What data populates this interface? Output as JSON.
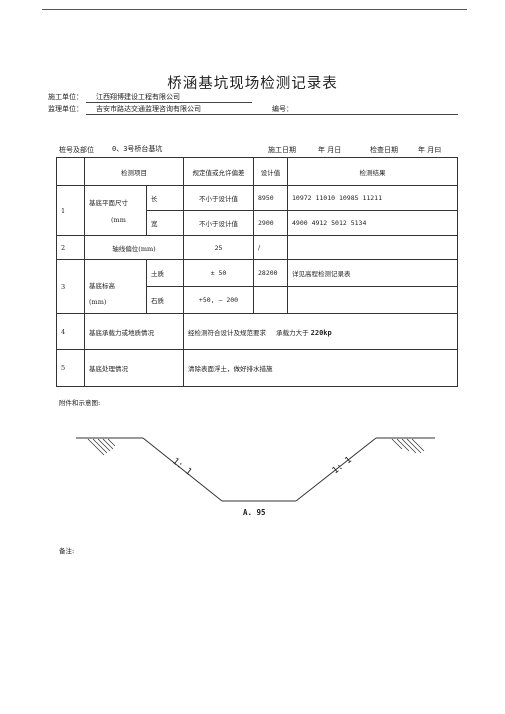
{
  "title": "桥涵基坑现场检测记录表",
  "header": {
    "construction_unit_label": "施工单位：",
    "construction_unit_value": "江西翔博建设工程有限公司",
    "supervision_unit_label": "监理单位：",
    "supervision_unit_value": "吉安市路达交通监理咨询有限公司",
    "number_label": "编号："
  },
  "info_row": {
    "pile_label": "桩号及部位",
    "pile_value": "0、3号桥台基坑",
    "construction_date_label": "施工日期",
    "construction_date_value": "年  月日",
    "inspection_date_label": "检查日期",
    "inspection_date_value": "年  月曰"
  },
  "table": {
    "headers": [
      "检测项目",
      "规定值或允许偏差",
      "设计值",
      "检测结果"
    ],
    "row1": {
      "no": "1",
      "item": "基底平面尺寸",
      "unit": "(mm",
      "sub": [
        {
          "name": "长",
          "allowed": "不小于设计值",
          "design": "8950",
          "result": "10972  11010  10985  11211"
        },
        {
          "name": "宽",
          "allowed": "不小于设计值",
          "design": "2900",
          "result": "4900  4912  5012  5134"
        }
      ]
    },
    "row2": {
      "no": "2",
      "item": "轴线偏位(mm)",
      "allowed": "25",
      "design": "/"
    },
    "row3": {
      "no": "3",
      "item": "基底标高",
      "unit": "(mm)",
      "sub": [
        {
          "name": "土质",
          "allowed": "± 50",
          "design": "28200",
          "result": "详见高程检测记录表"
        },
        {
          "name": "石质",
          "allowed": "+50, — 200"
        }
      ]
    },
    "row4": {
      "no": "4",
      "item": "基底承载力或地质情况",
      "result_text": "经检测符合设计及规范要求",
      "result_extra": "承载力大于",
      "result_value": "220kp"
    },
    "row5": {
      "no": "5",
      "item": "基底处理情况",
      "result_text": "清除表面浮土，做好排水措施"
    }
  },
  "attachment_label": "附件和示意图:",
  "diagram": {
    "left_slope": "1: 1",
    "right_slope": "1: 1",
    "bottom_label": "A. 95"
  },
  "note_label": "备注:"
}
